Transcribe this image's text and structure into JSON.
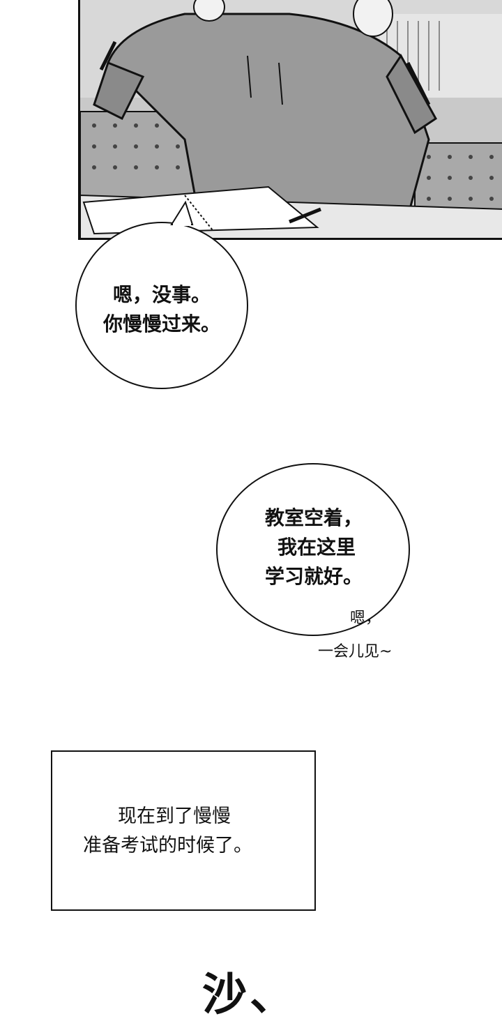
{
  "bubbles": {
    "first": {
      "line1": "嗯，没事。",
      "line2": "你慢慢过来。"
    },
    "second": {
      "line1": "教室空着，",
      "line2": "我在这里",
      "line3": "学习就好。"
    }
  },
  "aside": {
    "line1": "嗯，",
    "line2": "一会儿见~"
  },
  "narration": {
    "line1": "现在到了慢慢",
    "line2": "准备考试的时候了。"
  },
  "sfx": {
    "text": "沙、"
  }
}
